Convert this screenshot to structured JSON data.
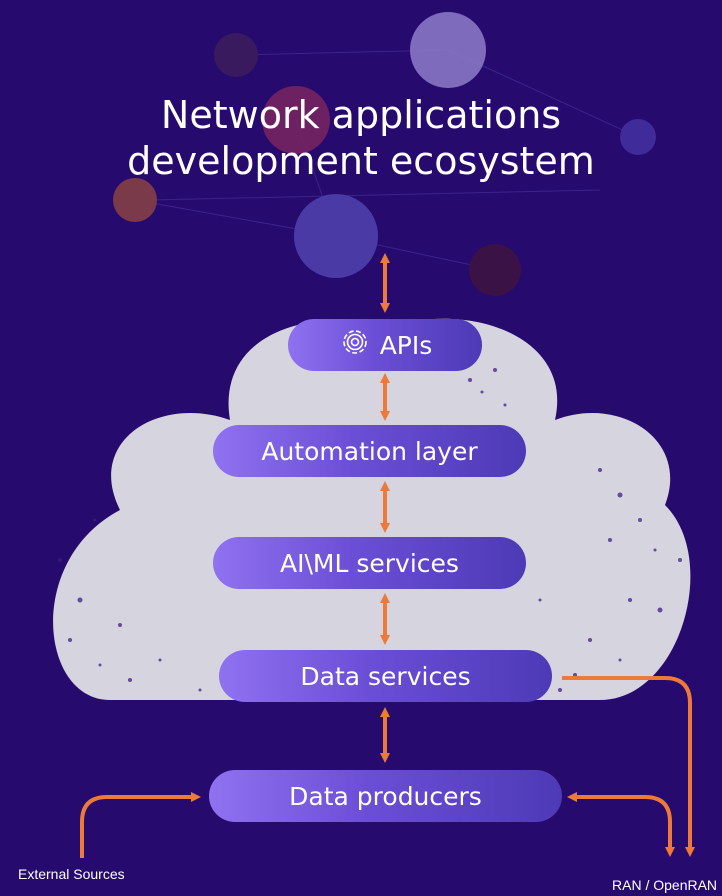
{
  "title": {
    "line1": "Network applications",
    "line2": "development ecosystem"
  },
  "layers": {
    "apis": "APIs",
    "automation": "Automation layer",
    "aiml": "AI\\ML services",
    "data_services": "Data services",
    "data_producers": "Data producers"
  },
  "sources": {
    "external": "External Sources",
    "ran": "RAN / OpenRAN"
  },
  "icons": {
    "apis": "gear-icon"
  },
  "colors": {
    "background": "#260a6e",
    "arrow": "#ee7a3a",
    "cloud": "#d6d4de",
    "pill_start": "#8f72f0",
    "pill_end": "#4d3ab6"
  }
}
